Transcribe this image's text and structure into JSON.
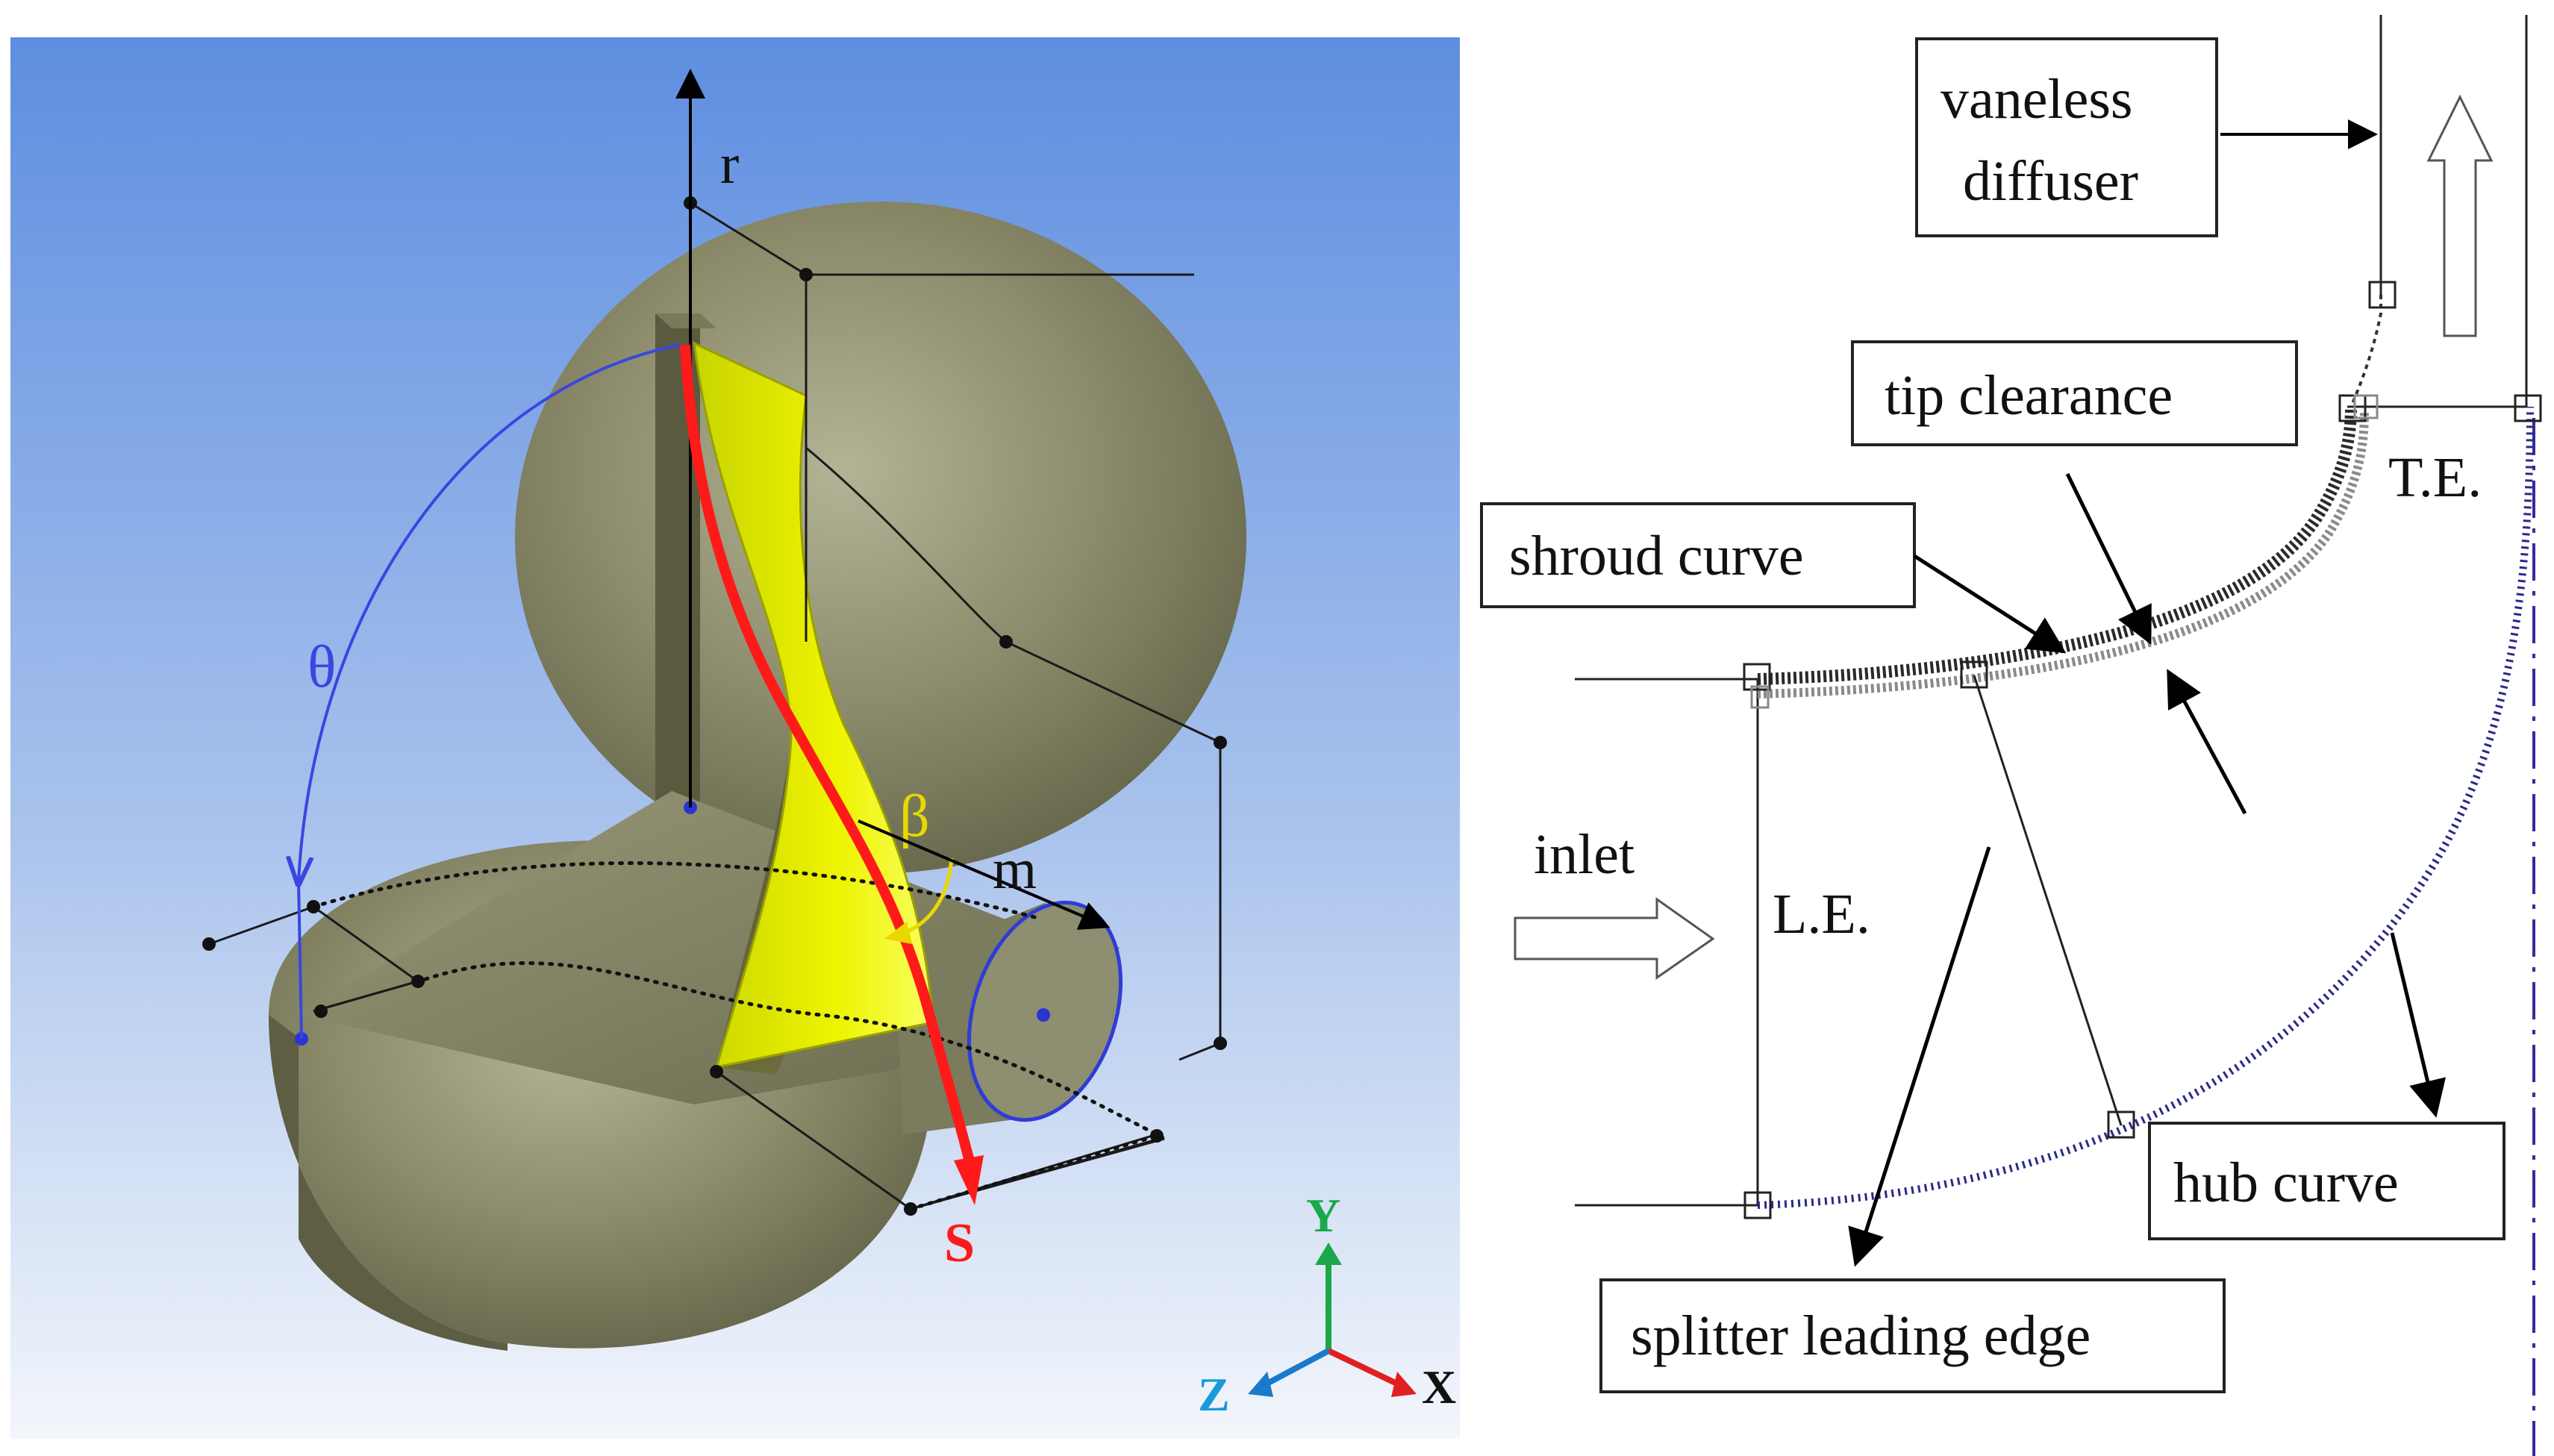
{
  "left_panel": {
    "labels": {
      "r": "r",
      "theta": "θ",
      "beta": "β",
      "m": "m",
      "s": "S"
    },
    "triad": {
      "y": "Y",
      "z": "Z",
      "x": "X"
    },
    "colors": {
      "background_top": "#5f8fe0",
      "background_bottom": "#f2f5fb",
      "impeller": "#8a8a6a",
      "blade": "#e6f000",
      "streamline": "#ff1a1a",
      "theta_arc": "#3a46e0",
      "beta_arrow": "#e8d800"
    }
  },
  "right_panel": {
    "labels": {
      "vaneless_line1": "vaneless",
      "vaneless_line2": "diffuser",
      "tip_clearance": "tip clearance",
      "te": "T.E.",
      "shroud_curve": "shroud curve",
      "inlet": "inlet",
      "le": "L.E.",
      "hub_curve": "hub curve",
      "splitter": "splitter leading edge"
    },
    "colors": {
      "hub_points": "#2a2a8a",
      "axis_dashdot": "#3a2a9a"
    }
  }
}
